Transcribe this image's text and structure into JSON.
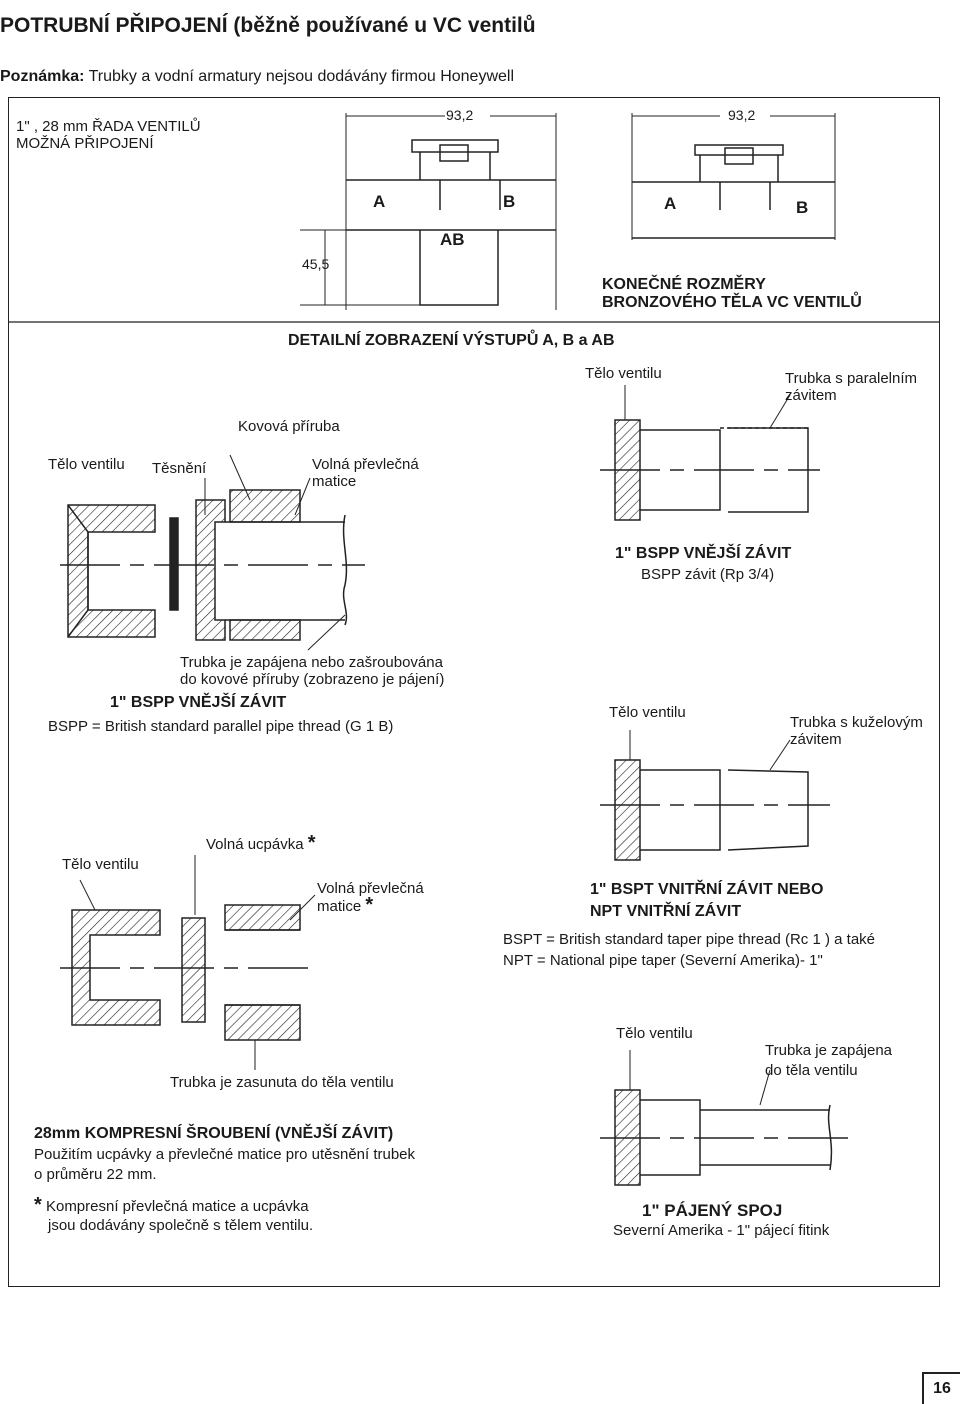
{
  "header": {
    "title": "POTRUBNÍ PŘIPOJENÍ (běžně používané u VC ventilů",
    "note_label": "Poznámka:",
    "note_text": " Trubky a vodní armatury nejsou dodávány firmou Honeywell"
  },
  "top_section": {
    "title_line1": "1\" , 28 mm ŘADA VENTILŮ",
    "title_line2": "MOŽNÁ PŘIPOJENÍ",
    "dim_left": "93,2",
    "dim_right": "93,2",
    "dim_height": "45,5",
    "port_a": "A",
    "port_b": "B",
    "port_ab": "AB",
    "port_a2": "A",
    "port_b2": "B",
    "caption_detail": "DETAILNÍ ZOBRAZENÍ VÝSTUPŮ A, B a AB",
    "caption_dims_line1": "KONEČNÉ ROZMĚRY",
    "caption_dims_line2": "BRONZOVÉHO TĚLA VC VENTILŮ"
  },
  "bspp_flange": {
    "label_flange": "Kovová příruba",
    "label_body": "Tělo ventilu",
    "label_seal": "Těsnění",
    "label_nut_line1": "Volná převlečná",
    "label_nut_line2": "matice",
    "label_pipe_line1": "Trubka je zapájena nebo zašroubována",
    "label_pipe_line2": "do kovové příruby (zobrazeno je pájení)",
    "title": "1\" BSPP VNĚJŠÍ ZÁVIT",
    "subtitle": "BSPP = British standard parallel pipe thread (G 1 B)"
  },
  "bspp_parallel": {
    "label_body": "Tělo ventilu",
    "label_pipe_line1": "Trubka s paralelním",
    "label_pipe_line2": "závitem",
    "title": "1\" BSPP VNĚJŠÍ ZÁVIT",
    "subtitle": "BSPP závit (Rp 3/4)"
  },
  "bspt": {
    "label_body": "Tělo ventilu",
    "label_pipe_line1": "Trubka s kuželovým",
    "label_pipe_line2": "závitem",
    "title_line1": "1\" BSPT VNITŘNÍ ZÁVIT NEBO",
    "title_line2": "NPT VNITŘNÍ ZÁVIT",
    "sub_line1": "BSPT = British standard taper pipe thread (Rc 1 ) a také",
    "sub_line2": "NPT = National pipe taper (Severní Amerika)- 1\""
  },
  "compression": {
    "label_body": "Tělo ventilu",
    "label_gland": "Volná ucpávka",
    "label_nut_line1": "Volná převlečná",
    "label_nut_line2": "matice",
    "asterisk": "*",
    "label_pipe": "Trubka je zasunuta do těla ventilu",
    "title": "28mm KOMPRESNÍ ŠROUBENÍ (VNĚJŠÍ ZÁVIT)",
    "desc_line1": "Použitím ucpávky a převlečné matice pro utěsnění trubek",
    "desc_line2": "o průměru 22 mm.",
    "footnote_line1": "Kompresní převlečná matice a ucpávka",
    "footnote_line2": "jsou dodávány společně s tělem ventilu."
  },
  "soldered": {
    "label_body": "Tělo ventilu",
    "label_pipe_line1": "Trubka je zapájena",
    "label_pipe_line2": "do těla ventilu",
    "title": "1\" PÁJENÝ SPOJ",
    "subtitle": "Severní Amerika - 1\" pájecí fitink"
  },
  "footer": {
    "page_number": "16"
  }
}
